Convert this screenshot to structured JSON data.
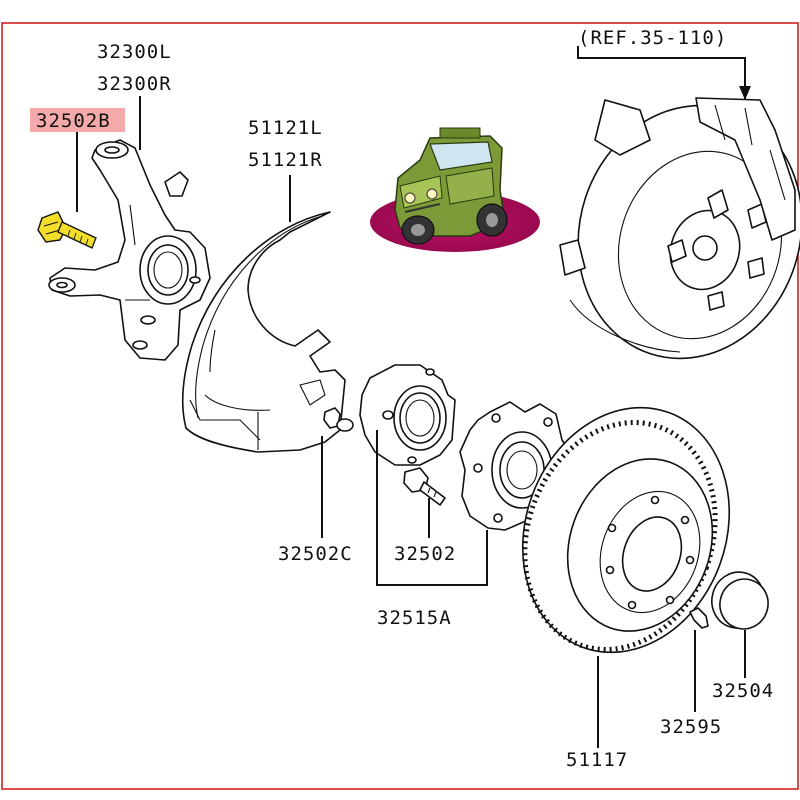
{
  "diagram": {
    "reference_label": "(REF.35-110)",
    "highlight_color": "#f4aaaa",
    "frame_color": "#d01010",
    "bolt_color": "#f2dd2a",
    "parts": [
      {
        "id": "knuckle_l",
        "number": "32300L"
      },
      {
        "id": "knuckle_r",
        "number": "32300R"
      },
      {
        "id": "knuckle_bolt",
        "number": "32502B",
        "highlighted": true
      },
      {
        "id": "shield_l",
        "number": "51121L"
      },
      {
        "id": "shield_r",
        "number": "51121R"
      },
      {
        "id": "shield_bolt",
        "number": "32502C"
      },
      {
        "id": "hub_bolt",
        "number": "32502"
      },
      {
        "id": "hub_assembly",
        "number": "32515A"
      },
      {
        "id": "hub_cap",
        "number": "32504"
      },
      {
        "id": "rotor_screw",
        "number": "32595"
      },
      {
        "id": "brake_rotor",
        "number": "51117"
      }
    ]
  }
}
